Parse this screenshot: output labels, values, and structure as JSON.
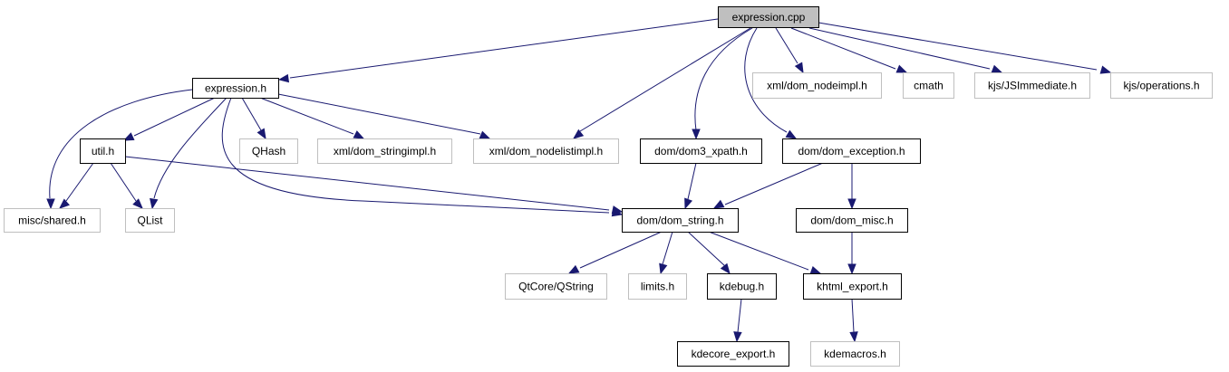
{
  "diagram": {
    "title": "Include dependency graph for expression.cpp",
    "colors": {
      "edge": "#191970",
      "root_fill": "#bfbfbf",
      "root_stroke": "#000000",
      "documented_stroke": "#000000",
      "external_stroke": "#bfbfbf",
      "text": "#000000"
    },
    "nodes": [
      {
        "id": "expression_cpp",
        "label": "expression.cpp",
        "kind": "root"
      },
      {
        "id": "expression_h",
        "label": "expression.h",
        "kind": "documented"
      },
      {
        "id": "xml_dom_nodeimpl_h",
        "label": "xml/dom_nodeimpl.h",
        "kind": "external"
      },
      {
        "id": "cmath",
        "label": "cmath",
        "kind": "external"
      },
      {
        "id": "kjs_JSImmediate_h",
        "label": "kjs/JSImmediate.h",
        "kind": "external"
      },
      {
        "id": "kjs_operations_h",
        "label": "kjs/operations.h",
        "kind": "external"
      },
      {
        "id": "util_h",
        "label": "util.h",
        "kind": "documented"
      },
      {
        "id": "QHash",
        "label": "QHash",
        "kind": "external"
      },
      {
        "id": "xml_dom_stringimpl_h",
        "label": "xml/dom_stringimpl.h",
        "kind": "external"
      },
      {
        "id": "xml_dom_nodelistimpl_h",
        "label": "xml/dom_nodelistimpl.h",
        "kind": "external"
      },
      {
        "id": "dom_dom3_xpath_h",
        "label": "dom/dom3_xpath.h",
        "kind": "documented"
      },
      {
        "id": "dom_dom_exception_h",
        "label": "dom/dom_exception.h",
        "kind": "documented"
      },
      {
        "id": "misc_shared_h",
        "label": "misc/shared.h",
        "kind": "external"
      },
      {
        "id": "QList",
        "label": "QList",
        "kind": "external"
      },
      {
        "id": "dom_dom_string_h",
        "label": "dom/dom_string.h",
        "kind": "documented"
      },
      {
        "id": "dom_dom_misc_h",
        "label": "dom/dom_misc.h",
        "kind": "documented"
      },
      {
        "id": "QtCore_QString",
        "label": "QtCore/QString",
        "kind": "external"
      },
      {
        "id": "limits_h",
        "label": "limits.h",
        "kind": "external"
      },
      {
        "id": "kdebug_h",
        "label": "kdebug.h",
        "kind": "documented"
      },
      {
        "id": "khtml_export_h",
        "label": "khtml_export.h",
        "kind": "documented"
      },
      {
        "id": "kdecore_export_h",
        "label": "kdecore_export.h",
        "kind": "documented"
      },
      {
        "id": "kdemacros_h",
        "label": "kdemacros.h",
        "kind": "external"
      }
    ],
    "edges": [
      {
        "from": "expression_cpp",
        "to": "expression_h"
      },
      {
        "from": "expression_cpp",
        "to": "xml_dom_nodelistimpl_h"
      },
      {
        "from": "expression_cpp",
        "to": "dom_dom3_xpath_h"
      },
      {
        "from": "expression_cpp",
        "to": "dom_dom_exception_h"
      },
      {
        "from": "expression_cpp",
        "to": "xml_dom_nodeimpl_h"
      },
      {
        "from": "expression_cpp",
        "to": "cmath"
      },
      {
        "from": "expression_cpp",
        "to": "kjs_JSImmediate_h"
      },
      {
        "from": "expression_cpp",
        "to": "kjs_operations_h"
      },
      {
        "from": "expression_h",
        "to": "misc_shared_h"
      },
      {
        "from": "expression_h",
        "to": "util_h"
      },
      {
        "from": "expression_h",
        "to": "QList"
      },
      {
        "from": "expression_h",
        "to": "dom_dom_string_h"
      },
      {
        "from": "expression_h",
        "to": "QHash"
      },
      {
        "from": "expression_h",
        "to": "xml_dom_stringimpl_h"
      },
      {
        "from": "expression_h",
        "to": "xml_dom_nodelistimpl_h"
      },
      {
        "from": "util_h",
        "to": "misc_shared_h"
      },
      {
        "from": "util_h",
        "to": "QList"
      },
      {
        "from": "util_h",
        "to": "dom_dom_string_h"
      },
      {
        "from": "dom_dom3_xpath_h",
        "to": "dom_dom_string_h"
      },
      {
        "from": "dom_dom_exception_h",
        "to": "dom_dom_string_h"
      },
      {
        "from": "dom_dom_exception_h",
        "to": "dom_dom_misc_h"
      },
      {
        "from": "dom_dom_string_h",
        "to": "QtCore_QString"
      },
      {
        "from": "dom_dom_string_h",
        "to": "limits_h"
      },
      {
        "from": "dom_dom_string_h",
        "to": "kdebug_h"
      },
      {
        "from": "dom_dom_string_h",
        "to": "khtml_export_h"
      },
      {
        "from": "dom_dom_misc_h",
        "to": "khtml_export_h"
      },
      {
        "from": "kdebug_h",
        "to": "kdecore_export_h"
      },
      {
        "from": "khtml_export_h",
        "to": "kdemacros_h"
      }
    ]
  }
}
